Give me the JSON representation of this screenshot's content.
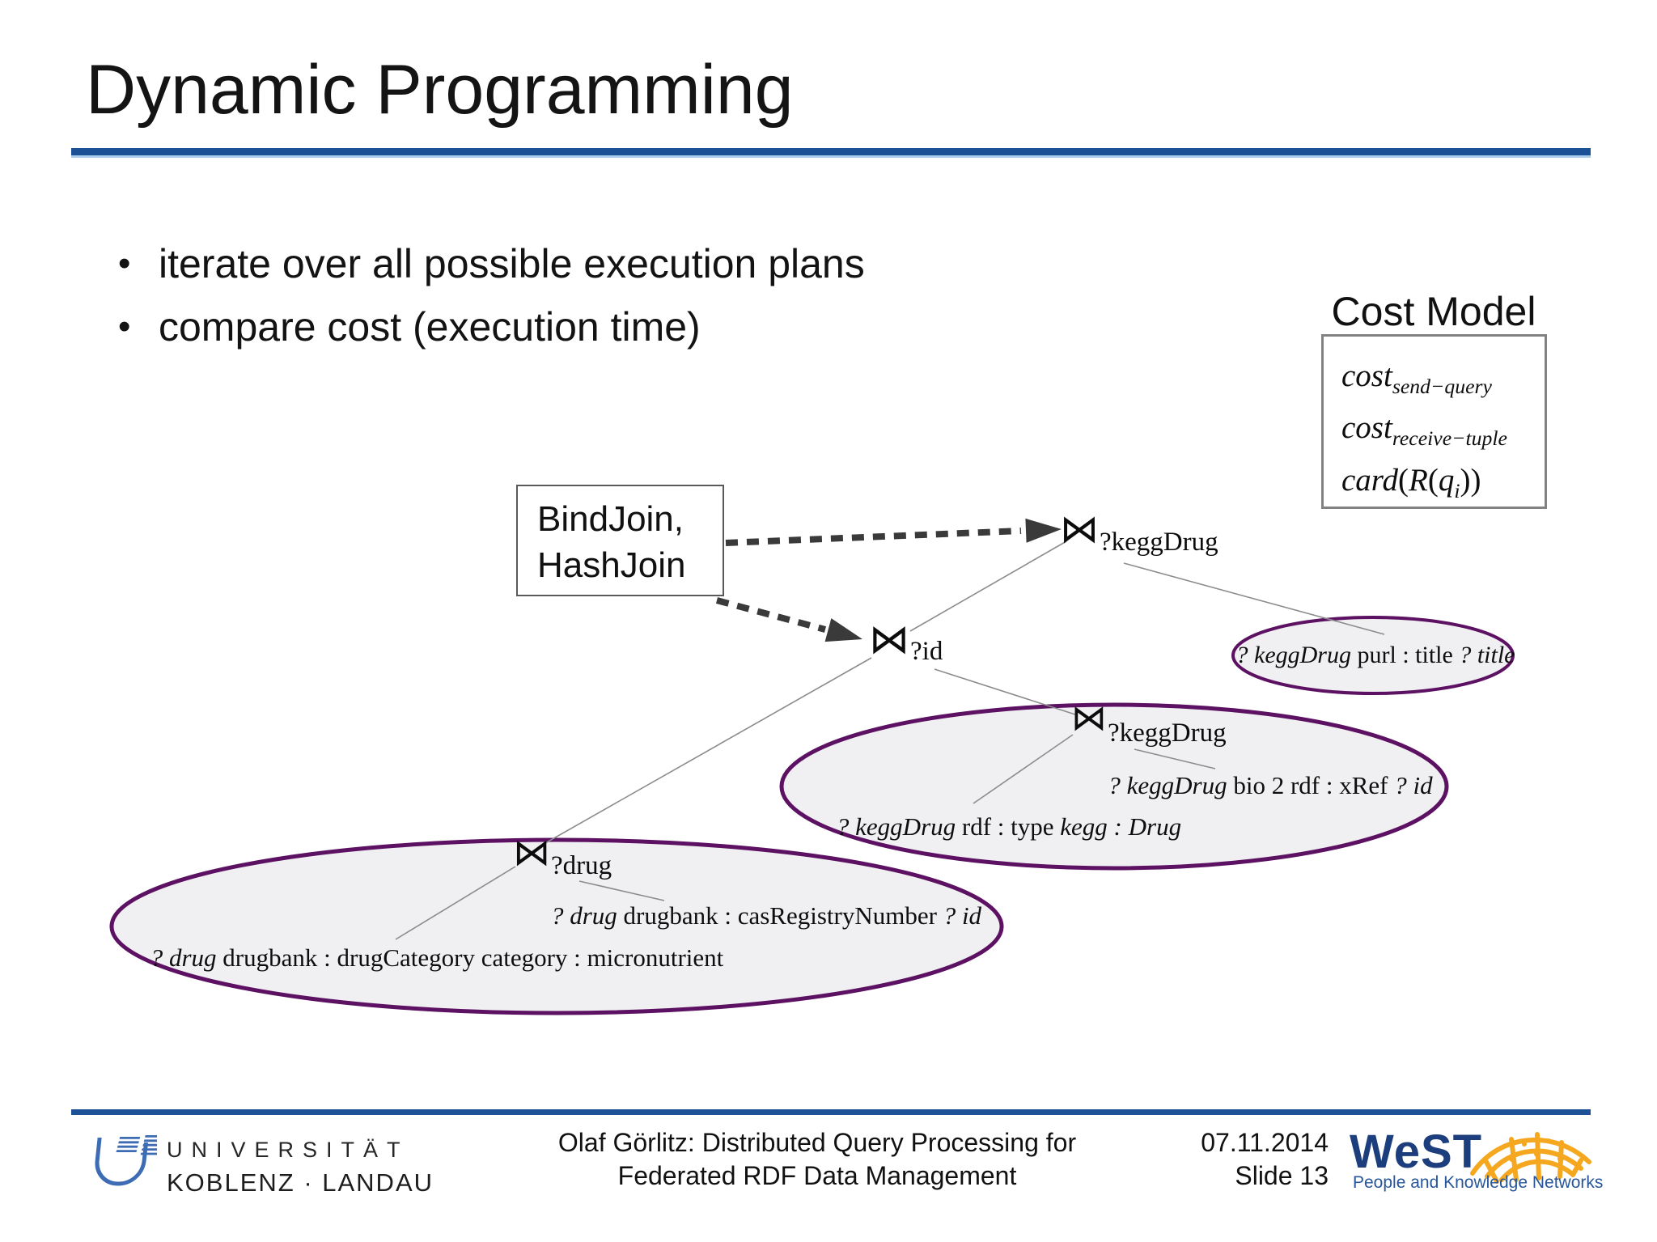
{
  "title": "Dynamic Programming",
  "bullet_char": "•",
  "bullets": [
    "iterate over all possible execution plans",
    "compare cost (execution time)"
  ],
  "cost_model": {
    "title": "Cost Model",
    "lines": [
      [
        {
          "t": "cost",
          "i": true
        },
        {
          "t": "send−query",
          "i": true,
          "sub": true
        }
      ],
      [
        {
          "t": "cost",
          "i": true
        },
        {
          "t": "receive−tuple",
          "i": true,
          "sub": true
        }
      ],
      [
        {
          "t": "card",
          "i": true
        },
        {
          "t": "(",
          "i": false
        },
        {
          "t": "R",
          "i": true
        },
        {
          "t": "(",
          "i": false
        },
        {
          "t": "q",
          "i": true
        },
        {
          "t": "i",
          "i": true,
          "sub": true
        },
        {
          "t": "))",
          "i": false
        }
      ]
    ]
  },
  "bindjoin": {
    "line1": "BindJoin,",
    "line2": "HashJoin"
  },
  "joins": {
    "root": {
      "op": "⋈",
      "label": "?keggDrug"
    },
    "id": {
      "op": "⋈",
      "label": "?id"
    },
    "kegg": {
      "op": "⋈",
      "label": "?keggDrug"
    },
    "drug": {
      "op": "⋈",
      "label": "?drug"
    }
  },
  "triples": {
    "purl_title": [
      {
        "t": "? keggDrug ",
        "i": true
      },
      {
        "t": "purl : title ",
        "i": false
      },
      {
        "t": "? title",
        "i": true
      }
    ],
    "bio2rdf_xref": [
      {
        "t": "? keggDrug ",
        "i": true
      },
      {
        "t": "bio 2 rdf : xRef ",
        "i": false
      },
      {
        "t": "? id",
        "i": true
      }
    ],
    "rdf_type": [
      {
        "t": "? keggDrug ",
        "i": true
      },
      {
        "t": "rdf : type ",
        "i": false
      },
      {
        "t": "kegg : Drug",
        "i": true
      }
    ],
    "cas_registry": [
      {
        "t": "? drug ",
        "i": true
      },
      {
        "t": "drugbank : casRegistryNumber ",
        "i": false
      },
      {
        "t": "? id",
        "i": true
      }
    ],
    "drug_category": [
      {
        "t": "? drug ",
        "i": true
      },
      {
        "t": "drugbank : drugCategory category : micronutrient",
        "i": false
      }
    ]
  },
  "footer": {
    "university_line1": "UNIVERSITÄT",
    "university_line2": "KOBLENZ · LANDAU",
    "credit_line1": "Olaf Görlitz: Distributed Query Processing for",
    "credit_line2": "Federated RDF Data Management",
    "date": "07.11.2014",
    "slide_number": "Slide 13",
    "west_name": "WeST",
    "west_tagline": "People and Knowledge Networks"
  },
  "colors": {
    "accent_blue": "#1d5195",
    "accent_blue_light": "#a9cdea",
    "ellipse_purple": "#5d1163",
    "ellipse_fill": "#f0eff1",
    "edge_gray": "#8c8c8c",
    "arrow_dark": "#3a3a3a",
    "uni_blue": "#3d6cb4",
    "west_navy": "#1c3e7c",
    "west_blue": "#27569b",
    "logo_orange": "#f5a81f"
  }
}
